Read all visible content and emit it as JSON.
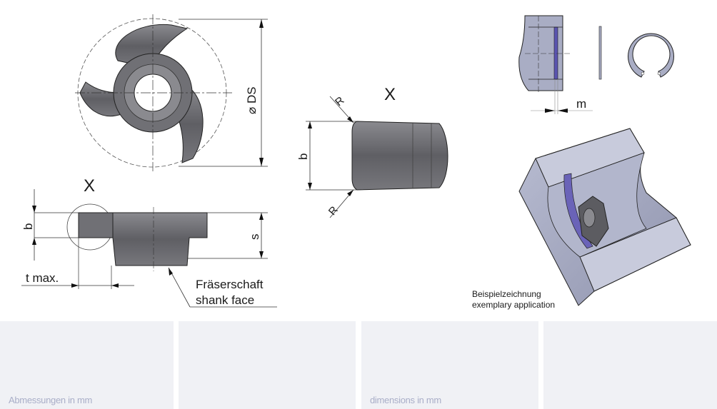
{
  "drawing": {
    "diameter_label": "⌀ DS",
    "detail_label_side": "X",
    "detail_label_top": "X",
    "b_label_side": "b",
    "s_label": "s",
    "t_max_label": "t max.",
    "shank_label_de": "Fräserschaft",
    "shank_label_en": "shank face",
    "b_label_detail": "b",
    "r_label_top": "R",
    "r_label_bottom": "R",
    "m_label": "m",
    "example_label_de": "Beispielzeichnung",
    "example_label_en": "exemplary application"
  },
  "panels": [
    {
      "label": "Abmessungen in mm"
    },
    {
      "label": ""
    },
    {
      "label": "dimensions in mm"
    },
    {
      "label": ""
    }
  ],
  "colors": {
    "tool": "#6b6b70",
    "ring": "#6a63b8",
    "block": "#a9adc4",
    "panel": "#f0f1f5"
  }
}
